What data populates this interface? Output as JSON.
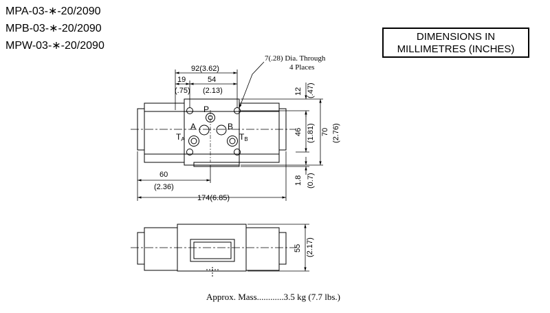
{
  "models": [
    "MPA-03-∗-20/2090",
    "MPB-03-∗-20/2090",
    "MPW-03-∗-20/2090"
  ],
  "units_note": [
    "DIMENSIONS IN",
    "MILLIMETRES (INCHES)"
  ],
  "hole_note": [
    "7(.28) Dia. Through",
    "4 Places"
  ],
  "dimensions": {
    "d92": "92(3.62)",
    "d19": "19",
    "d19_in": "(.75)",
    "d54": "54",
    "d54_in": "(2.13)",
    "d12": "12",
    "d12_in": "(.47)",
    "d46": "46",
    "d46_in": "(1.81)",
    "d70": "70",
    "d70_in": "(2.76)",
    "d60": "60",
    "d60_in": "(2.36)",
    "d1_8": "1.8",
    "d1_8_in": "(0.7)",
    "d174": "174(6.85)",
    "d55": "55",
    "d55_in": "(2.17)"
  },
  "ports": {
    "p": "P",
    "a": "A",
    "b": "B",
    "ta": "T",
    "ta_sub": "A",
    "tb": "T",
    "tb_sub": "B"
  },
  "mass_note": "Approx. Mass............3.5 kg (7.7 lbs.)"
}
